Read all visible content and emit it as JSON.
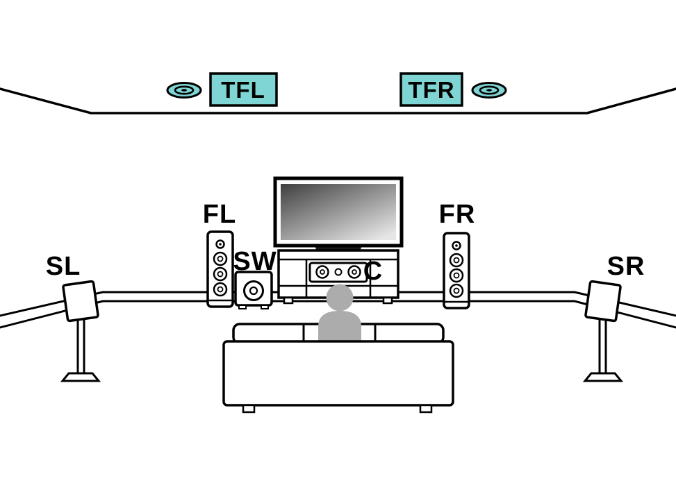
{
  "diagram": {
    "colors": {
      "accent": "#7FD4D4",
      "line": "#000000",
      "person": "#ACACAC",
      "tv_screen_dark": "#3F3F3F",
      "tv_screen_mid": "#9A9A9A",
      "tv_screen_light": "#E6E6E6"
    },
    "labels": {
      "surround_left": "SL",
      "front_left": "FL",
      "subwoofer": "SW",
      "center": "C",
      "front_right": "FR",
      "surround_right": "SR",
      "top_front_left": "TFL",
      "top_front_right": "TFR"
    },
    "icons": {
      "ceiling_speaker_left": "ceiling-speaker-oval-icon",
      "ceiling_speaker_right": "ceiling-speaker-oval-icon"
    }
  }
}
